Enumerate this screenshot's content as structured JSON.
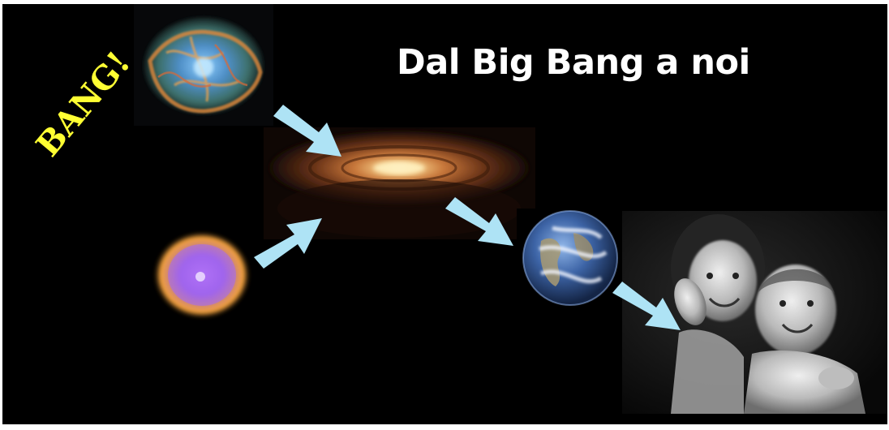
{
  "slide": {
    "title": "Dal Big Bang a noi",
    "bang_label": "BANG!",
    "colors": {
      "background": "#000000",
      "title": "#ffffff",
      "bang": "#ffff33",
      "arrow": "#aee3f5"
    },
    "images": [
      {
        "name": "crab-nebula-image"
      },
      {
        "name": "protoplanetary-disk-image"
      },
      {
        "name": "planetary-nebula-image"
      },
      {
        "name": "earth-image"
      },
      {
        "name": "children-photo"
      }
    ],
    "arrows": [
      {
        "name": "arrow-nebula-to-disk",
        "icon": "arrow-down-right-icon"
      },
      {
        "name": "arrow-shell-to-disk",
        "icon": "arrow-up-right-icon"
      },
      {
        "name": "arrow-disk-to-earth",
        "icon": "arrow-down-right-icon"
      },
      {
        "name": "arrow-earth-to-children",
        "icon": "arrow-down-right-icon"
      }
    ]
  }
}
